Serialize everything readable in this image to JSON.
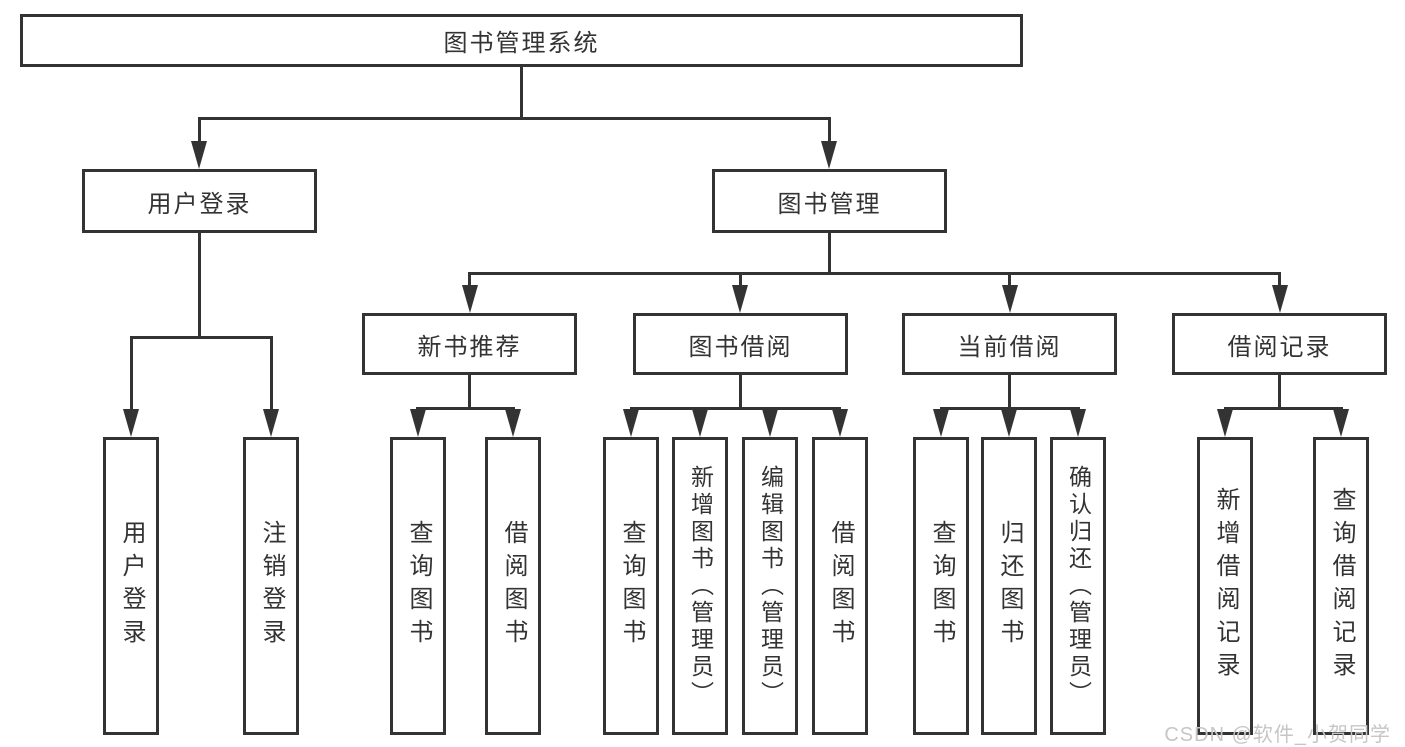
{
  "colors": {
    "line": "#333333",
    "box_border": "#333333",
    "box_fill": "#ffffff",
    "background": "#ffffff",
    "watermark": "#c6c6c6"
  },
  "diagram": {
    "root": {
      "label": "图书管理系统"
    },
    "level2": [
      {
        "label": "用户登录",
        "parent": "图书管理系统"
      },
      {
        "label": "图书管理",
        "parent": "图书管理系统"
      }
    ],
    "level3": [
      {
        "label": "新书推荐",
        "parent": "图书管理"
      },
      {
        "label": "图书借阅",
        "parent": "图书管理"
      },
      {
        "label": "当前借阅",
        "parent": "图书管理"
      },
      {
        "label": "借阅记录",
        "parent": "图书管理"
      }
    ],
    "leaves": [
      {
        "label": "用户登录",
        "parent": "用户登录"
      },
      {
        "label": "注销登录",
        "parent": "用户登录"
      },
      {
        "label": "查询图书",
        "parent": "新书推荐"
      },
      {
        "label": "借阅图书",
        "parent": "新书推荐"
      },
      {
        "label": "查询图书",
        "parent": "图书借阅"
      },
      {
        "label": "新增图书（管理员）",
        "parent": "图书借阅"
      },
      {
        "label": "编辑图书（管理员）",
        "parent": "图书借阅"
      },
      {
        "label": "借阅图书",
        "parent": "图书借阅"
      },
      {
        "label": "查询图书",
        "parent": "当前借阅"
      },
      {
        "label": "归还图书",
        "parent": "当前借阅"
      },
      {
        "label": "确认归还（管理员）",
        "parent": "当前借阅"
      },
      {
        "label": "新增借阅记录",
        "parent": "借阅记录"
      },
      {
        "label": "查询借阅记录",
        "parent": "借阅记录"
      }
    ]
  },
  "watermark": {
    "text": "CSDN @软件_小贺同学"
  }
}
